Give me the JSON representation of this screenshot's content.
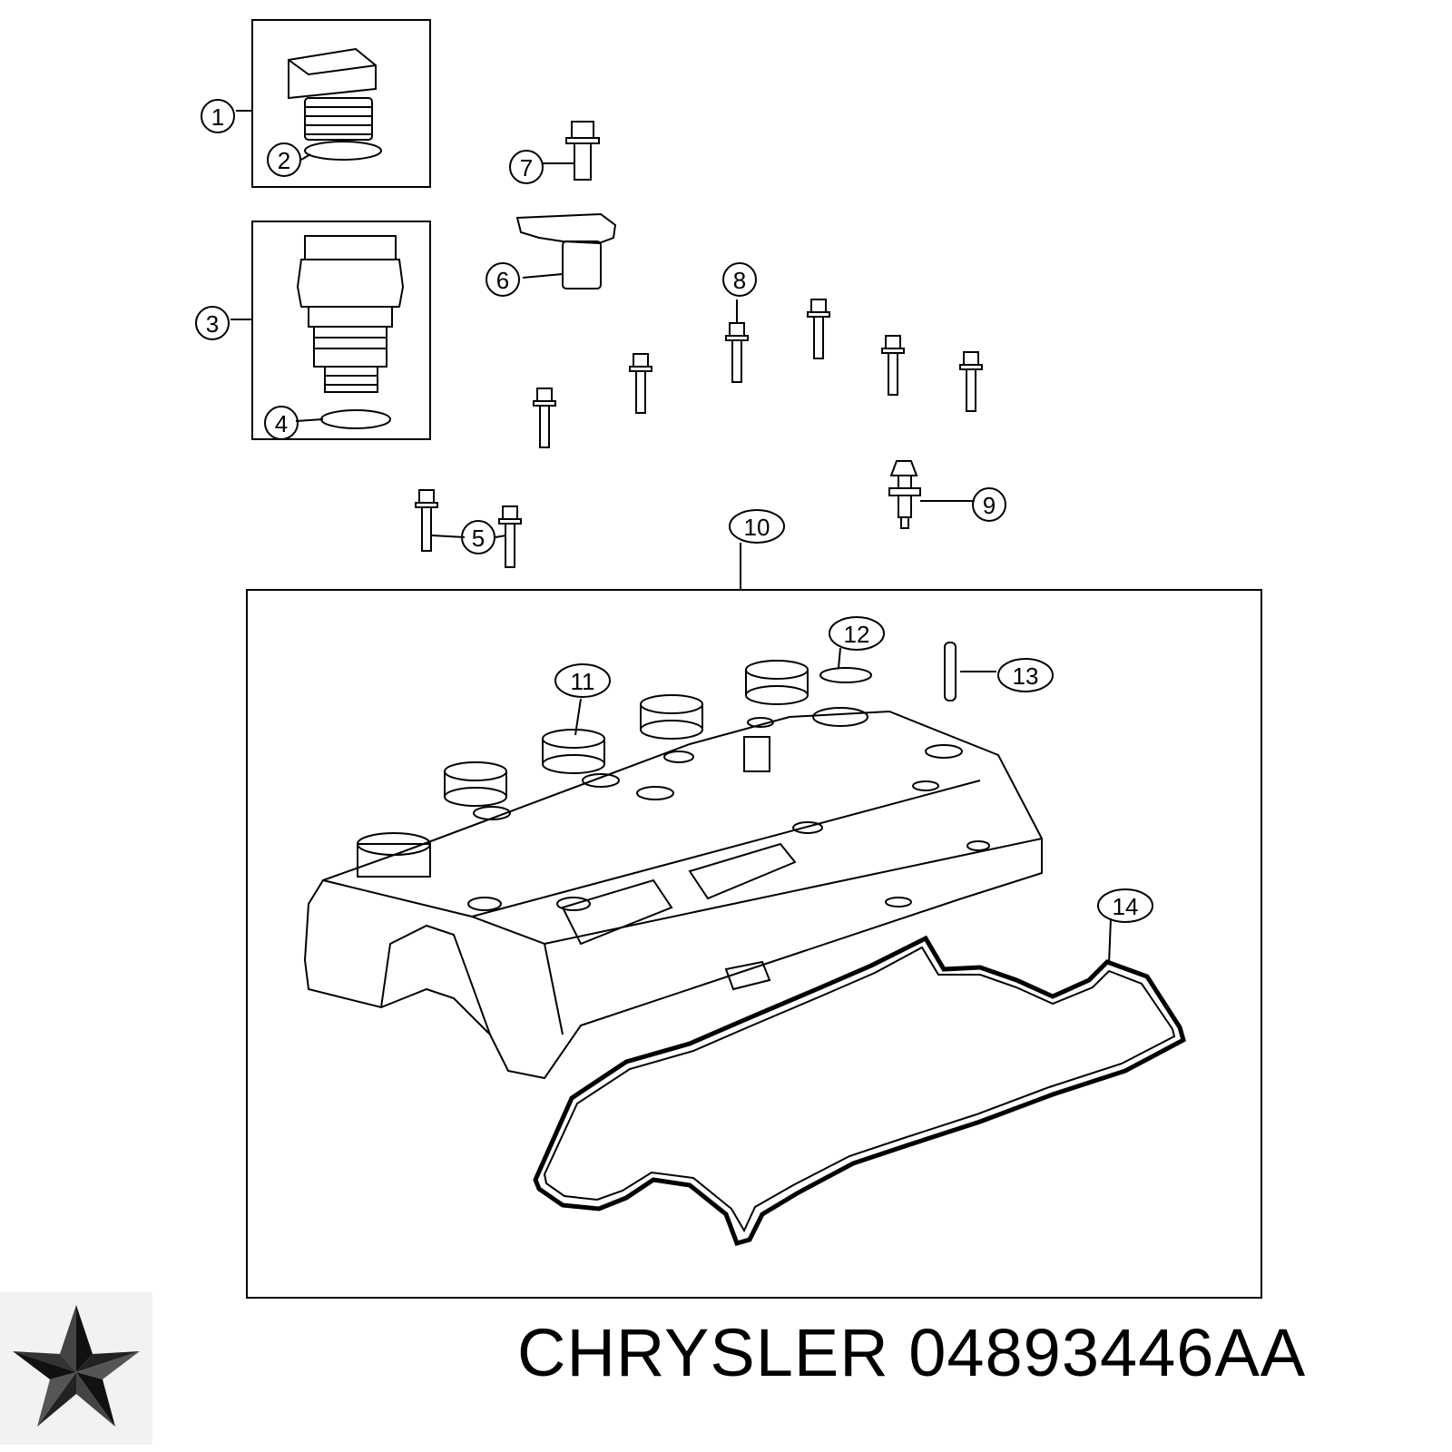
{
  "diagram": {
    "callouts": [
      {
        "id": "1",
        "label": "1"
      },
      {
        "id": "2",
        "label": "2"
      },
      {
        "id": "3",
        "label": "3"
      },
      {
        "id": "4",
        "label": "4"
      },
      {
        "id": "5",
        "label": "5"
      },
      {
        "id": "6",
        "label": "6"
      },
      {
        "id": "7",
        "label": "7"
      },
      {
        "id": "8",
        "label": "8"
      },
      {
        "id": "9",
        "label": "9"
      },
      {
        "id": "10",
        "label": "10"
      },
      {
        "id": "11",
        "label": "11"
      },
      {
        "id": "12",
        "label": "12"
      },
      {
        "id": "13",
        "label": "13"
      },
      {
        "id": "14",
        "label": "14"
      }
    ]
  },
  "footer": {
    "brand_text": "CHRYSLER 04893446AA",
    "logo_icon": "chrysler-pentastar-icon"
  }
}
